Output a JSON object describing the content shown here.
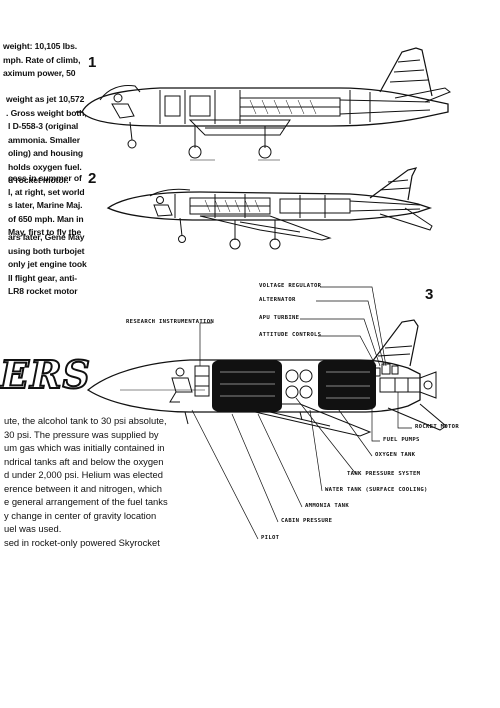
{
  "figure_numbers": {
    "one": "1",
    "two": "2",
    "three": "3"
  },
  "text_block_1": [
    "weight: 10,105 lbs.",
    "mph. Rate of climb,",
    "aximum power, 50"
  ],
  "text_block_2": [
    "weight as jet 10,572",
    ". Gross weight both,"
  ],
  "text_block_3": [
    "l D-558-3 (original",
    "ammonia. Smaller",
    "oling) and housing",
    "holds oxygen fuel.",
    "d rocket motor."
  ],
  "text_block_4": [
    "cess in summer of",
    "l, at right, set world",
    "s later, Marine Maj.",
    "of 650 mph. Man in",
    "May, first to fly the"
  ],
  "text_block_5": [
    "ars later, Gene May",
    "using both turbojet",
    "only jet engine took",
    "ll flight gear, anti-",
    "LR8 rocket motor"
  ],
  "logo_text": "ERS",
  "bottom_text": [
    "ute, the alcohol tank to 30 psi absolute,",
    "30 psi. The pressure was supplied by",
    "um gas which was initially contained in",
    "ndrical tanks aft and below the oxygen",
    "d under 2,000 psi. Helium was elected",
    "erence between it and nitrogen, which",
    "e general arrangement of the fuel tanks",
    "y change in center of gravity location",
    "uel was used.",
    "sed in rocket-only powered Skyrocket"
  ],
  "diagram_labels": {
    "voltage_regulator": "VOLTAGE REGULATOR",
    "alternator": "ALTERNATOR",
    "apu_turbine": "APU TURBINE",
    "attitude_controls": "ATTITUDE CONTROLS",
    "research_instrumentation": "RESEARCH INSTRUMENTATION",
    "rocket_motor": "ROCKET MOTOR",
    "fuel_pumps": "FUEL PUMPS",
    "oxygen_tank": "OXYGEN TANK",
    "tank_pressure_system": "TANK PRESSURE SYSTEM",
    "water_tank": "WATER TANK (SURFACE COOLING)",
    "ammonia_tank": "AMMONIA TANK",
    "cabin_pressure": "CABIN PRESSURE",
    "pilot": "PILOT"
  }
}
